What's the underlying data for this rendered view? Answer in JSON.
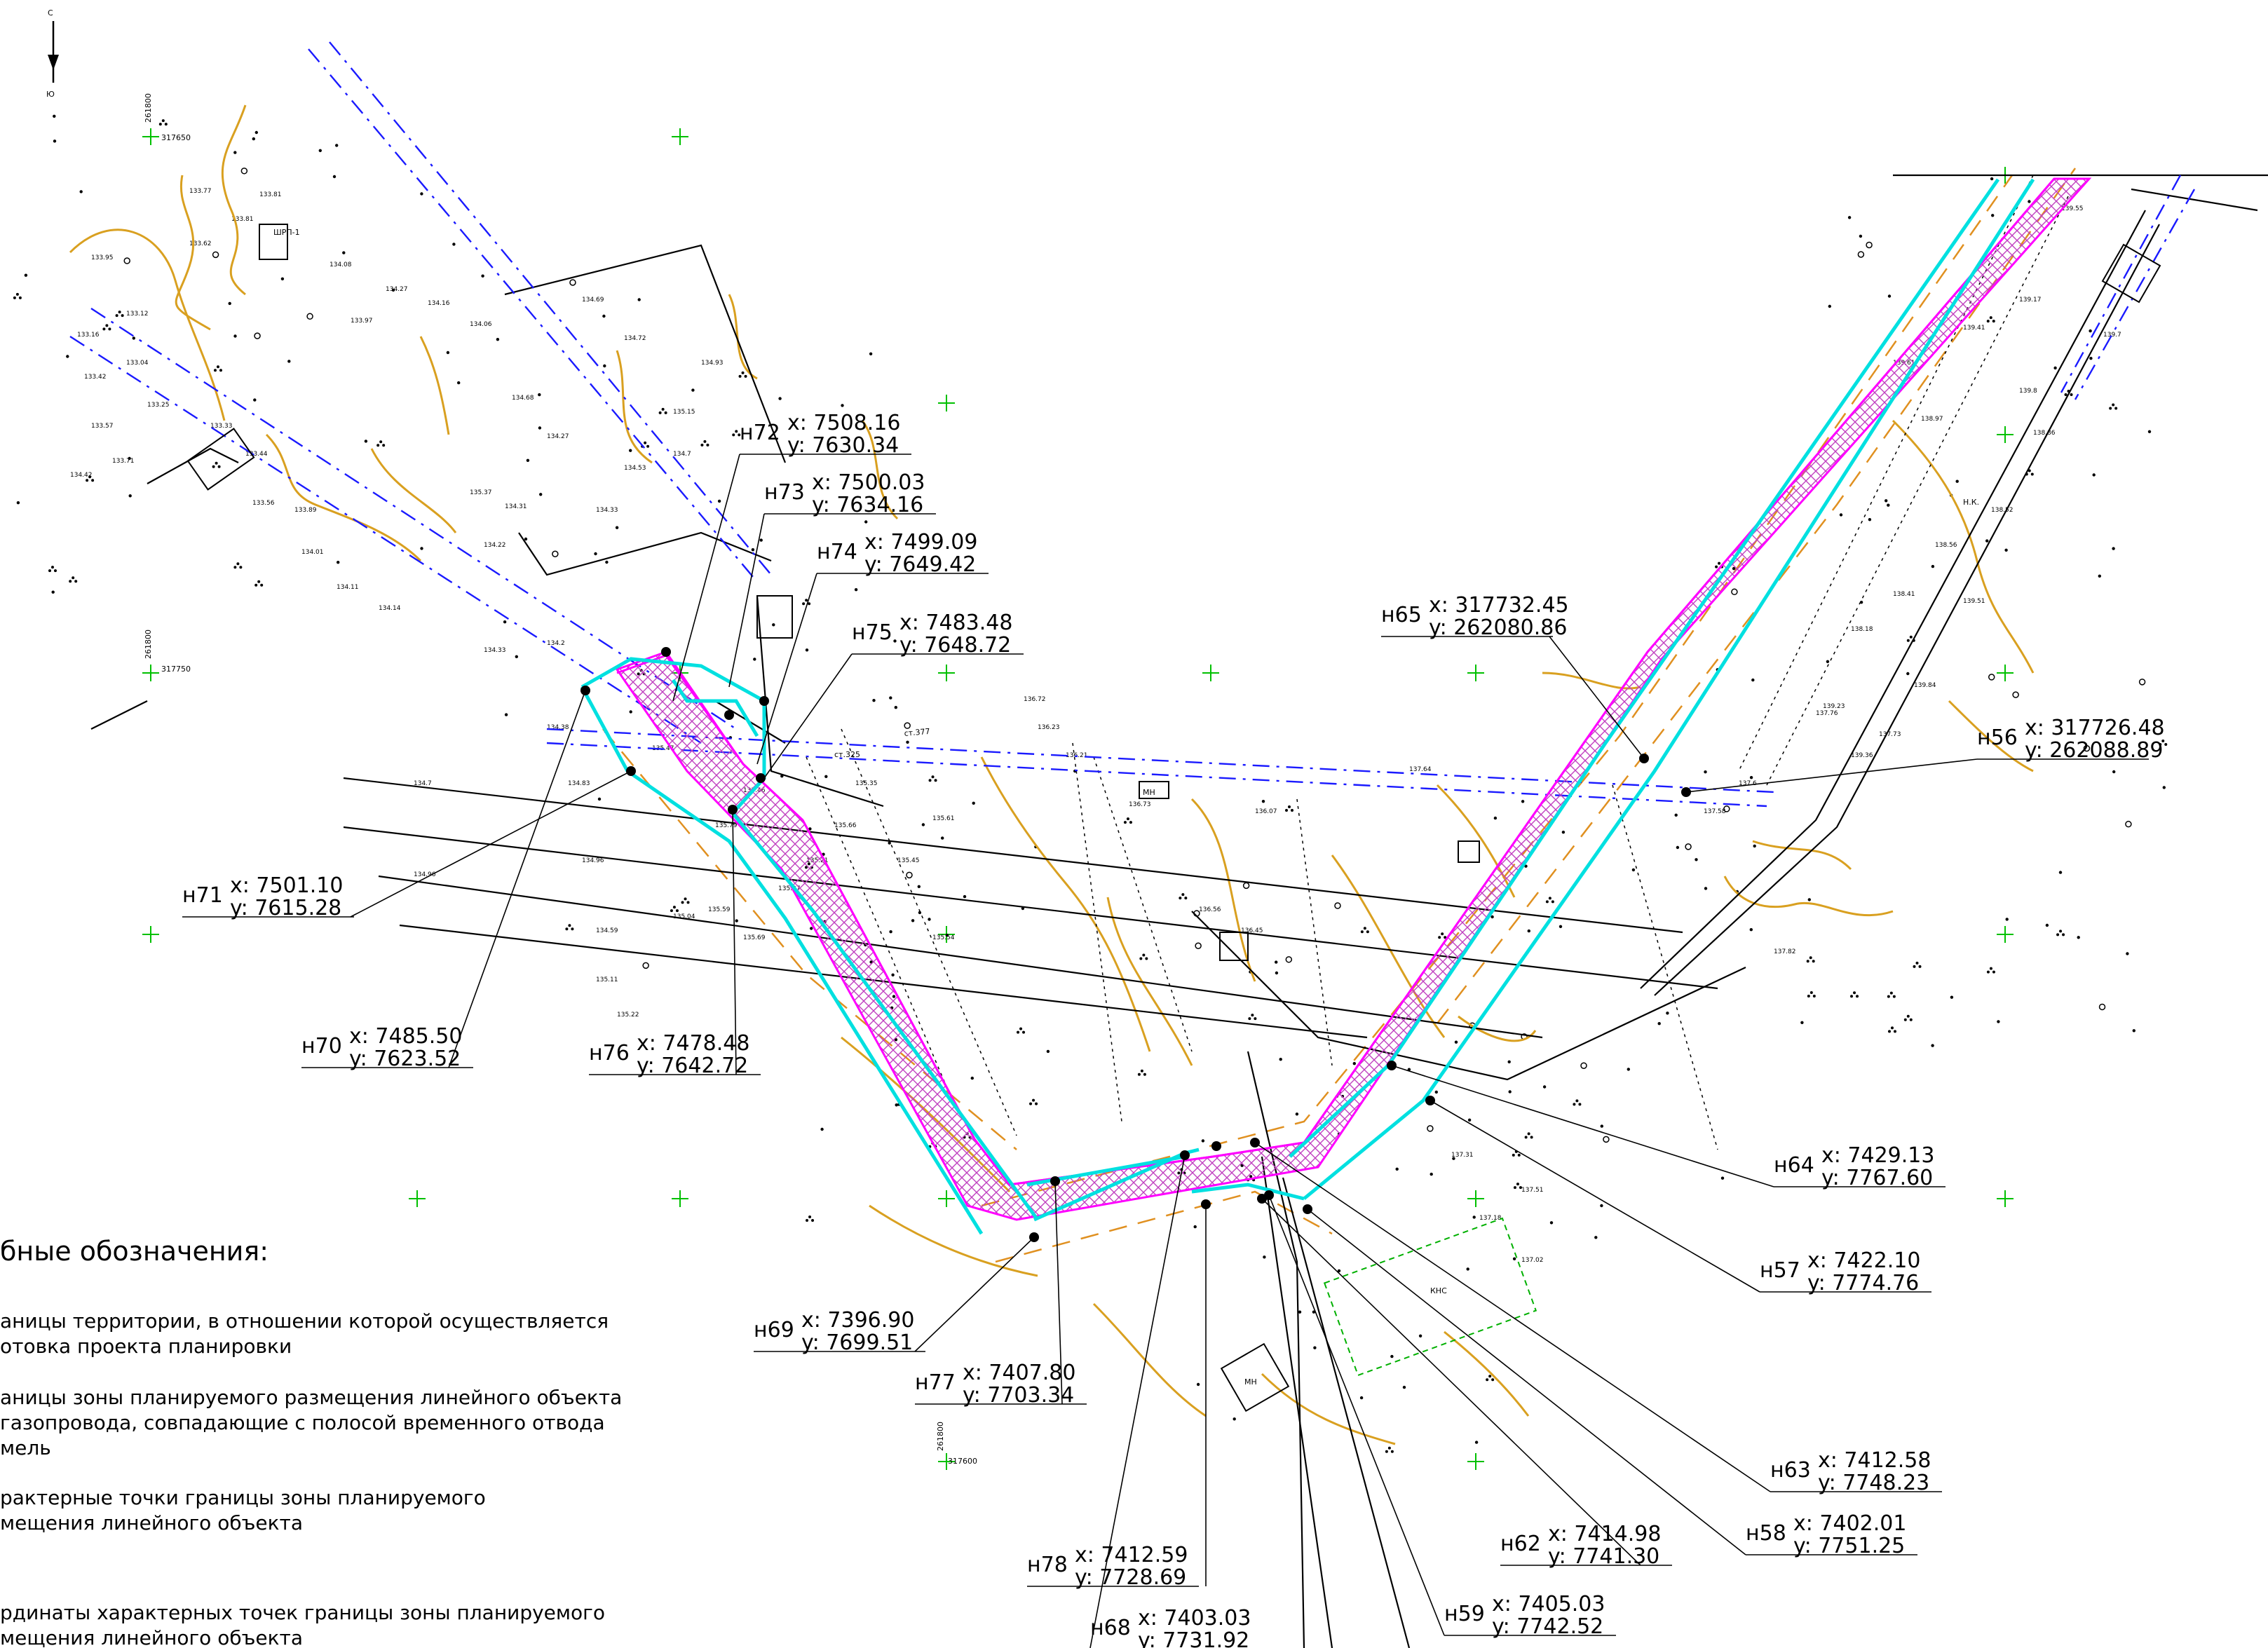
{
  "compass": {
    "north": "С",
    "south": "Ю"
  },
  "grid_labels": {
    "x1": "317650",
    "x2": "317750",
    "x3": "317600",
    "y1": "261800",
    "y2": "261800",
    "y3": "261800"
  },
  "points": [
    {
      "id": "н72",
      "x": "x:  7508.16",
      "y": "y:  7630.34"
    },
    {
      "id": "н73",
      "x": "x:  7500.03",
      "y": "y:  7634.16"
    },
    {
      "id": "н74",
      "x": "x:  7499.09",
      "y": "y:  7649.42"
    },
    {
      "id": "н75",
      "x": "x:  7483.48",
      "y": "y:  7648.72"
    },
    {
      "id": "н65",
      "x": "x:  317732.45",
      "y": "y:  262080.86"
    },
    {
      "id": "н56",
      "x": "x:  317726.48",
      "y": "y:  262088.89"
    },
    {
      "id": "н71",
      "x": "x:  7501.10",
      "y": "y:  7615.28"
    },
    {
      "id": "н70",
      "x": "x:  7485.50",
      "y": "y:  7623.52"
    },
    {
      "id": "н76",
      "x": "x:  7478.48",
      "y": "y:  7642.72"
    },
    {
      "id": "н64",
      "x": "x:  7429.13",
      "y": "y:  7767.60"
    },
    {
      "id": "н57",
      "x": "x:  7422.10",
      "y": "y:  7774.76"
    },
    {
      "id": "н69",
      "x": "x:  7396.90",
      "y": "y:  7699.51"
    },
    {
      "id": "н77",
      "x": "x:  7407.80",
      "y": "y:  7703.34"
    },
    {
      "id": "н63",
      "x": "x:  7412.58",
      "y": "y:  7748.23"
    },
    {
      "id": "н62",
      "x": "x:  7414.98",
      "y": "y:  7741.30"
    },
    {
      "id": "н58",
      "x": "x:  7402.01",
      "y": "y:  7751.25"
    },
    {
      "id": "н78",
      "x": "x:  7412.59",
      "y": "y:  7728.69"
    },
    {
      "id": "н59",
      "x": "x:  7405.03",
      "y": "y:  7742.52"
    },
    {
      "id": "н68",
      "x": "x:  7403.03",
      "y": "y:  7731.92"
    }
  ],
  "map_labels": {
    "station1": "ст.377",
    "station2": "ст.325",
    "mn1": "МН",
    "mn2": "МН",
    "nk": "Н.К.",
    "shpr": "ШРП-1",
    "kns": "КНС"
  },
  "elevations": [
    "133.77",
    "133.81",
    "133.62",
    "134.08",
    "134.27",
    "134.16",
    "133.97",
    "134.06",
    "134.72",
    "134.69",
    "134.68",
    "134.27",
    "135.15",
    "134.93",
    "134.7",
    "134.53",
    "135.37",
    "133.95",
    "134.42",
    "134.31",
    "134.22",
    "134.33",
    "134.2",
    "134.33",
    "134.38",
    "134.83",
    "134.96",
    "134.59",
    "135.11",
    "135.22",
    "135.04",
    "135.69",
    "135.59",
    "135.79",
    "135.46",
    "135.66",
    "135.45",
    "135.54",
    "135.21",
    "135.37",
    "135.35",
    "136.72",
    "136.56",
    "136.45",
    "137.64",
    "137.51",
    "137.31",
    "137.18",
    "137.02",
    "137.58",
    "137.6",
    "137.82",
    "137.76",
    "137.73",
    "138.18",
    "138.41",
    "138.56",
    "138.52",
    "138.86",
    "138.97",
    "139.17",
    "139.41",
    "139.55",
    "139.7",
    "139.8",
    "139.61",
    "139.36",
    "139.23",
    "139.51",
    "139.84",
    "135.47",
    "136.21",
    "136.23",
    "136.73",
    "136.07",
    "135.61",
    "134.7",
    "134.96",
    "133.81",
    "133.16",
    "133.42",
    "133.57",
    "133.71",
    "133.12",
    "133.04",
    "133.25",
    "133.33",
    "133.44",
    "133.56",
    "133.89",
    "134.01",
    "134.11",
    "134.14"
  ],
  "legend": {
    "title": "бные обозначения:",
    "item1_line1": "аницы территории, в отношении которой осуществляется",
    "item1_line2": "отовка проекта планировки",
    "item2_line1": "аницы зоны планируемого размещения линейного объекта",
    "item2_line2": "газопровода, совпадающие с полосой временного отвода",
    "item2_line3": "мель",
    "item3_line1": "рактерные точки границы зоны планируемого",
    "item3_line2": "мещения линейного объекта",
    "item4_line1": "рдинаты характерных точек границы зоны планируемого",
    "item4_line2": "мещения линейного объекта"
  },
  "colors": {
    "boundary": "#00e0e0",
    "corridor": "#ff00ff",
    "contour": "#d9a020",
    "pipeline": "#0000ff",
    "grid_cross": "#00c000",
    "leader": "#000000"
  }
}
